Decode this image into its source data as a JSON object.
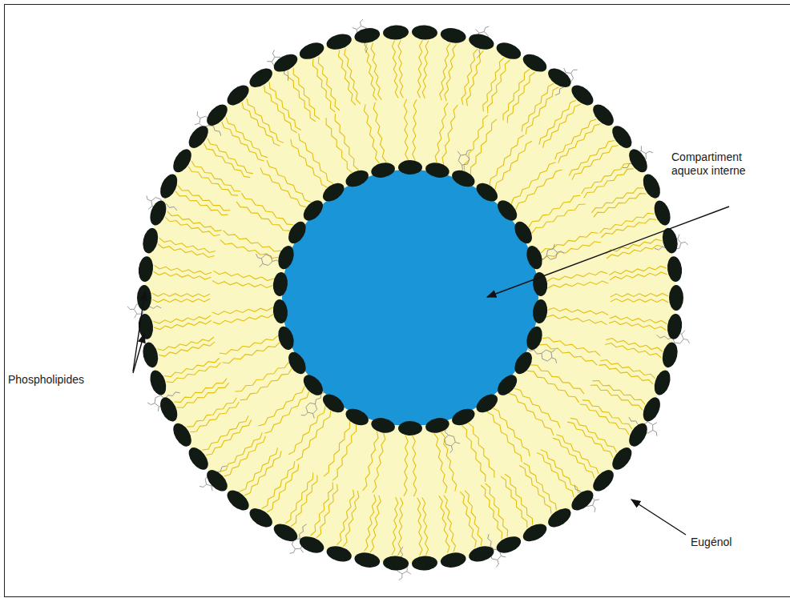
{
  "diagram": {
    "labels": [
      "Compartiment aqueux interne",
      "Phospholipides",
      "Eugénol"
    ]
  }
}
